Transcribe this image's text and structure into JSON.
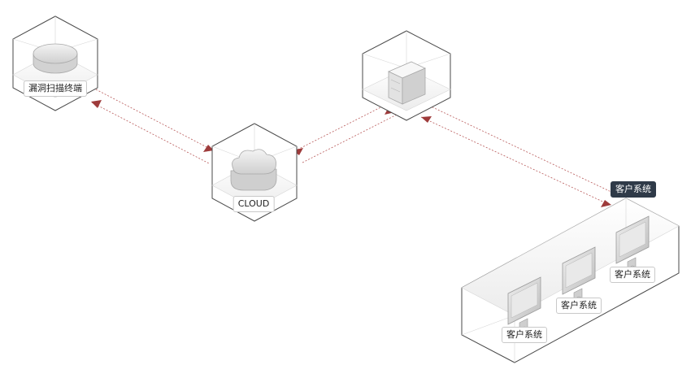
{
  "nodes": {
    "scanner": {
      "label": "漏洞扫描终端",
      "icon": "disk-device-icon"
    },
    "cloud": {
      "label": "CLOUD",
      "icon": "cloud-icon"
    },
    "server": {
      "label": "",
      "icon": "server-icon"
    },
    "client_group": {
      "label": "客户系统",
      "icon": "monitor-group-icon"
    }
  },
  "clients": [
    {
      "label": "客户系统"
    },
    {
      "label": "客户系统"
    },
    {
      "label": "客户系统"
    }
  ],
  "colors": {
    "link": "#b85a5a",
    "arrow": "#9e3b3b",
    "box_stroke": "#4a4a4a",
    "box_inner": "#d6d6d6",
    "dark_label": "#2f3a48"
  }
}
